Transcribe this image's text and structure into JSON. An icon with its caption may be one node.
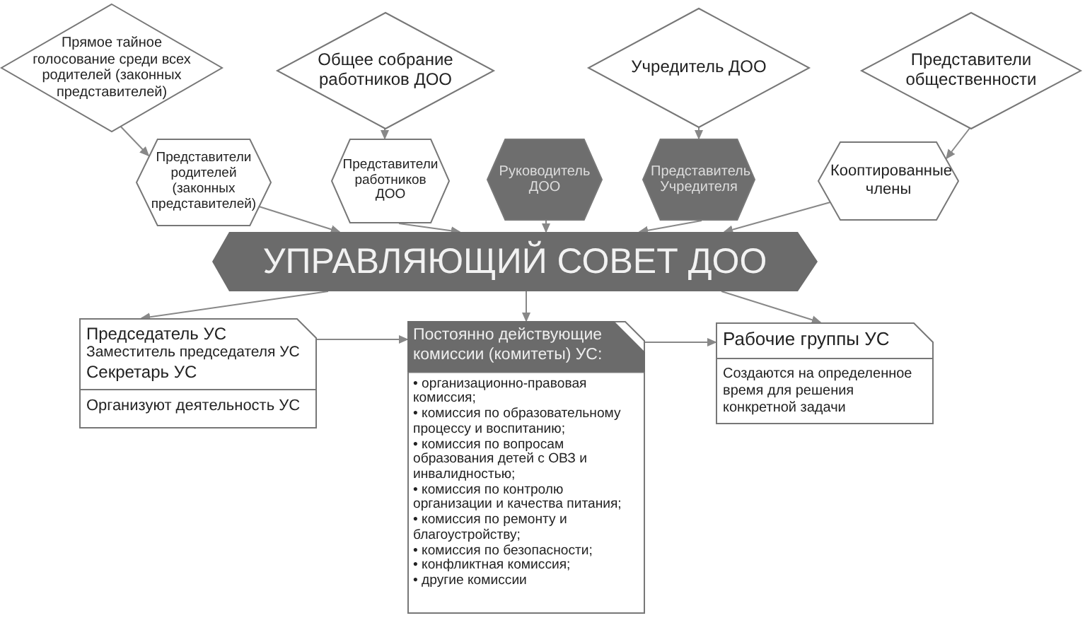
{
  "diagram": {
    "nodes": [
      {
        "text": [
          "Прямое тайное голосование среди всех родителей (законных представителей)"
        ]
      },
      {
        "text": [
          "Общее собрание работников ДОО"
        ]
      },
      {
        "text": [
          "Учредитель ДОО"
        ]
      },
      {
        "text": [
          "Представители общественности"
        ]
      },
      {
        "text": [
          "Представители родителей (законных представителей)"
        ]
      },
      {
        "text": [
          "Представители работников ДОО"
        ]
      },
      {
        "text": [
          "Руководитель ДОО"
        ]
      },
      {
        "text": [
          "Представитель Учредителя"
        ]
      },
      {
        "text": [
          "Кооптированные члены"
        ]
      },
      {
        "text": [
          "УПРАВЛЯЮЩИЙ СОВЕТ ДОО"
        ]
      },
      {
        "text": [
          "Председатель УС",
          "Заместитель председателя УС",
          "Секретарь УС",
          "Организуют деятельность УС"
        ]
      },
      {
        "text": [
          "Постоянно действующие комиссии (комитеты) УС:",
          "• организационно-правовая комиссия;",
          "• комиссия по образовательному процессу и воспитанию;",
          "• комиссия по вопросам образования детей с ОВЗ и инвалидностью;",
          "• комиссия по контролю организации и качества питания;",
          "• комиссия по ремонту и благоустройству;",
          "• комиссия по безопасности;",
          "• конфликтная комиссия;",
          "• другие комиссии"
        ]
      },
      {
        "text": [
          "Рабочие группы УС",
          "Создаются на определенное время для решения конкретной задачи"
        ]
      }
    ],
    "edges": [
      {
        "from": 0,
        "to": 4,
        "arrow": "to"
      },
      {
        "from": 1,
        "to": 5,
        "arrow": "to"
      },
      {
        "from": 2,
        "to": 7,
        "arrow": "to"
      },
      {
        "from": 3,
        "to": 8,
        "arrow": "to"
      },
      {
        "from": 4,
        "to": 9,
        "arrow": "to"
      },
      {
        "from": 5,
        "to": 9,
        "arrow": "to"
      },
      {
        "from": 6,
        "to": 9,
        "arrow": "to"
      },
      {
        "from": 7,
        "to": 9,
        "arrow": "to"
      },
      {
        "from": 8,
        "to": 9,
        "arrow": "to"
      },
      {
        "from": 9,
        "to": 10,
        "arrow": "to"
      },
      {
        "from": 9,
        "to": 11,
        "arrow": "to"
      },
      {
        "from": 9,
        "to": 12,
        "arrow": "to"
      },
      {
        "from": 10,
        "to": 11,
        "arrow": "to"
      },
      {
        "from": 11,
        "to": 12,
        "arrow": "to"
      }
    ]
  }
}
